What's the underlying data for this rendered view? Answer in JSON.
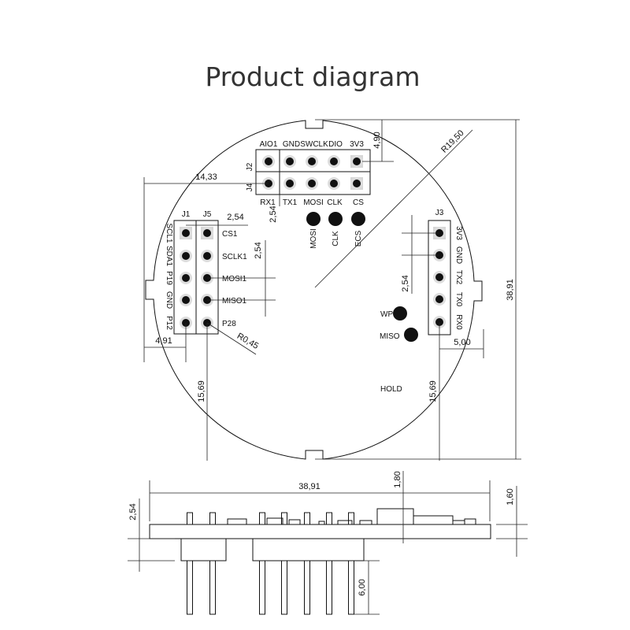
{
  "title": "Product diagram",
  "j2j4": {
    "j2": "J2",
    "j4": "J4",
    "top": [
      "AIO1",
      "GND",
      "SWCLK",
      "DIO",
      "3V3"
    ],
    "bottom": [
      "RX1",
      "TX1",
      "MOSI",
      "CLK",
      "CS"
    ],
    "pads": [
      "MOSI",
      "CLK",
      "ECS"
    ]
  },
  "j1j5": {
    "j1": "J1",
    "j5": "J5",
    "left": [
      "SCL1",
      "SDA1",
      "P19",
      "GND",
      "P12"
    ],
    "right": [
      "CS1",
      "SCLK1",
      "MOSI1",
      "MISO1",
      "P28"
    ]
  },
  "j3": {
    "name": "J3",
    "pins": [
      "3V3",
      "GND",
      "TX2",
      "TX0",
      "RX0"
    ]
  },
  "pads": {
    "wp": "WP",
    "miso": "MISO",
    "hold": "HOLD"
  },
  "dims": {
    "d1433": "14,33",
    "d490": "4,90",
    "r1950": "R19,50",
    "d3891": "38,91",
    "d254a": "2,54",
    "d254b": "2,54",
    "d254c": "2,54",
    "d254d": "2,54",
    "d491": "4,91",
    "r045": "R0,45",
    "d1569a": "15,69",
    "d1569b": "15,69",
    "d500": "5,00"
  },
  "side": {
    "d3891": "38,91",
    "d180": "1,80",
    "d160": "1,60",
    "d254": "2,54",
    "d600": "6,00"
  }
}
